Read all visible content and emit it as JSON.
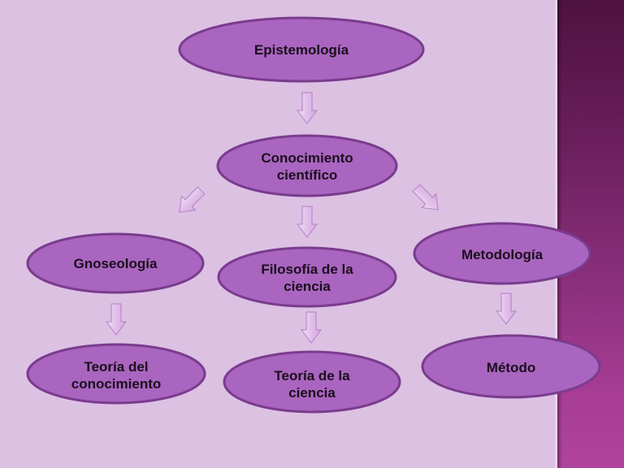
{
  "diagram": {
    "colors": {
      "background": "#dcc1e3",
      "node_fill": "#a965bf",
      "node_stroke": "#7a3c8e",
      "arrow_fill": "#e7c8ef",
      "arrow_stroke": "#b07cc4",
      "side_band": "#8a2f7b"
    },
    "nodes": [
      {
        "id": "epistemologia",
        "label": "Epistemología"
      },
      {
        "id": "conocimiento-cientifico",
        "label": "Conocimiento\ncientífico"
      },
      {
        "id": "gnoseologia",
        "label": "Gnoseología"
      },
      {
        "id": "filosofia-de-la-ciencia",
        "label": "Filosofía de la\nciencia"
      },
      {
        "id": "metodologia",
        "label": "Metodología"
      },
      {
        "id": "teoria-del-conocimiento",
        "label": "Teoría del\nconocimiento"
      },
      {
        "id": "teoria-de-la-ciencia",
        "label": "Teoría de la\nciencia"
      },
      {
        "id": "metodo",
        "label": "Método"
      }
    ],
    "edges": [
      {
        "from": "epistemologia",
        "to": "conocimiento-cientifico"
      },
      {
        "from": "conocimiento-cientifico",
        "to": "gnoseologia"
      },
      {
        "from": "conocimiento-cientifico",
        "to": "filosofia-de-la-ciencia"
      },
      {
        "from": "conocimiento-cientifico",
        "to": "metodologia"
      },
      {
        "from": "gnoseologia",
        "to": "teoria-del-conocimiento"
      },
      {
        "from": "filosofia-de-la-ciencia",
        "to": "teoria-de-la-ciencia"
      },
      {
        "from": "metodologia",
        "to": "metodo"
      }
    ]
  }
}
